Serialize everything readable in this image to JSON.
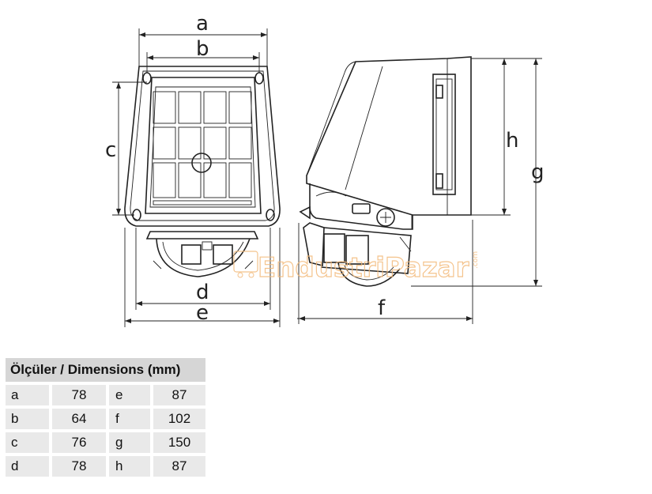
{
  "labels": {
    "a": "a",
    "b": "b",
    "c": "c",
    "d": "d",
    "e": "e",
    "f": "f",
    "g": "g",
    "h": "h"
  },
  "watermark": {
    "text": "EndustriPazar",
    "suffix": ".com"
  },
  "table": {
    "header": "Ölçüler / Dimensions (mm)",
    "rows": [
      {
        "k1": "a",
        "v1": "78",
        "k2": "e",
        "v2": "87"
      },
      {
        "k1": "b",
        "v1": "64",
        "k2": "f",
        "v2": "102"
      },
      {
        "k1": "c",
        "v1": "76",
        "k2": "g",
        "v2": "150"
      },
      {
        "k1": "d",
        "v1": "78",
        "k2": "h",
        "v2": "87"
      }
    ]
  },
  "colors": {
    "line": "#222222",
    "watermark": "#f3b979",
    "header_bg": "#d6d6d6",
    "cell_bg": "#e9e9e9"
  }
}
